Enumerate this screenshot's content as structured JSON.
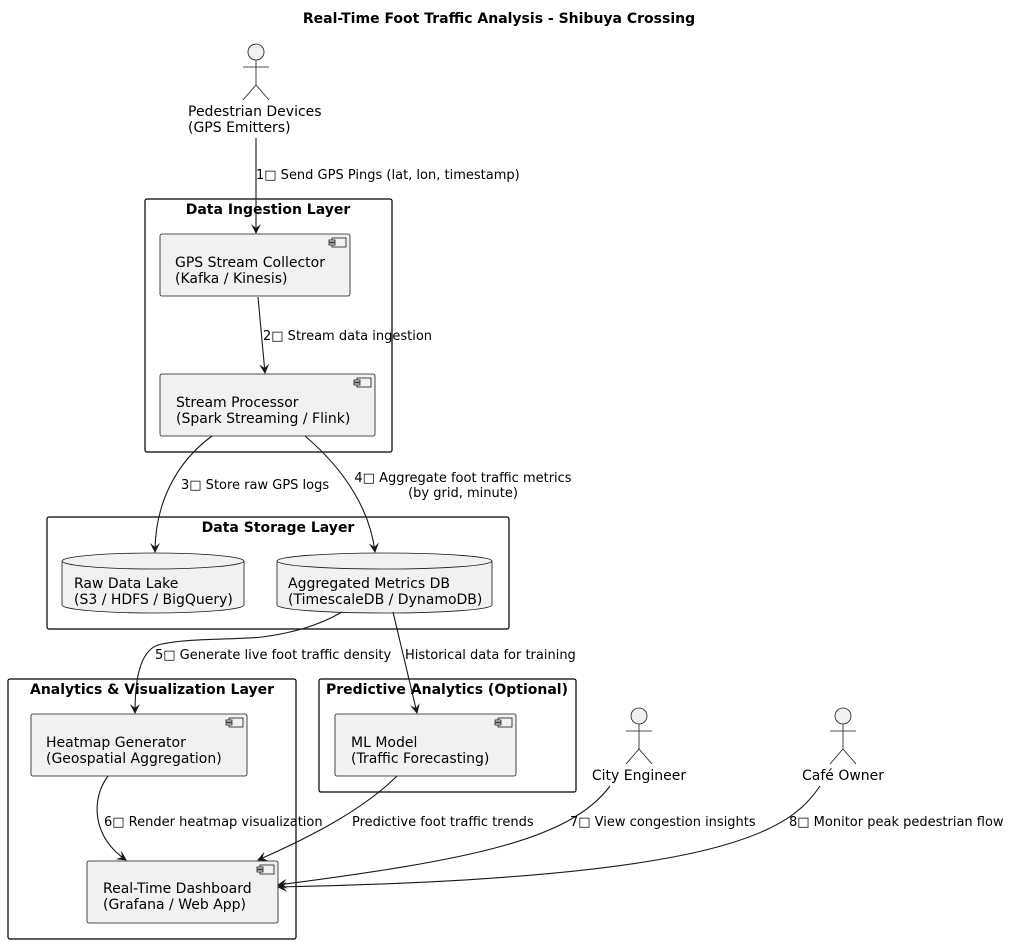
{
  "title": "Real-Time Foot Traffic Analysis - Shibuya Crossing",
  "packages": {
    "ingestion": "Data Ingestion Layer",
    "storage": "Data Storage Layer",
    "analytics": "Analytics & Visualization Layer",
    "predictive": "Predictive Analytics (Optional)"
  },
  "actors": {
    "pedestrian": [
      "Pedestrian Devices",
      "(GPS Emitters)"
    ],
    "engineer": [
      "City Engineer"
    ],
    "cafe": [
      "Café Owner"
    ]
  },
  "components": {
    "gps_collector": [
      "GPS Stream Collector",
      "(Kafka / Kinesis)"
    ],
    "stream_processor": [
      "Stream Processor",
      "(Spark Streaming / Flink)"
    ],
    "heatmap": [
      "Heatmap Generator",
      "(Geospatial Aggregation)"
    ],
    "dashboard": [
      "Real-Time Dashboard",
      "(Grafana / Web App)"
    ],
    "ml_model": [
      "ML Model",
      "(Traffic Forecasting)"
    ]
  },
  "databases": {
    "raw_lake": [
      "Raw Data Lake",
      "(S3 / HDFS / BigQuery)"
    ],
    "metrics_db": [
      "Aggregated Metrics DB",
      "(TimescaleDB / DynamoDB)"
    ]
  },
  "edges": {
    "e1": [
      "1□ Send GPS Pings (lat, lon, timestamp)"
    ],
    "e2": [
      "2□ Stream data ingestion"
    ],
    "e3": [
      "3□ Store raw GPS logs"
    ],
    "e4": [
      "4□ Aggregate foot traffic metrics",
      "(by grid, minute)"
    ],
    "e5": [
      "5□ Generate live foot traffic density"
    ],
    "hist": [
      "Historical data for training"
    ],
    "e6": [
      "6□ Render heatmap visualization"
    ],
    "pred": [
      "Predictive foot traffic trends"
    ],
    "e7": [
      "7□ View congestion insights"
    ],
    "e8": [
      "8□ Monitor peak pedestrian flow"
    ]
  },
  "colors": {
    "node_fill": "#f1f1f1",
    "stroke": "#181818",
    "background": "#ffffff"
  }
}
